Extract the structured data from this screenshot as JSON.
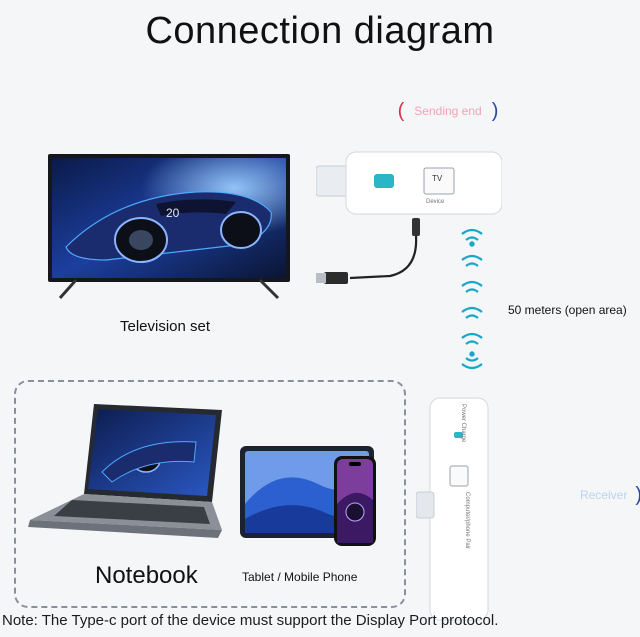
{
  "title": "Connection diagram",
  "top_tag": {
    "label": "Sending end"
  },
  "side_tag": {
    "label": "Receiver"
  },
  "tv_label": "Television set",
  "range_label": "50 meters (open area)",
  "notebook_label": "Notebook",
  "tablet_phone_label": "Tablet / Mobile Phone",
  "tx_dongle": {
    "button_text": "TV",
    "sub_text": "Device"
  },
  "rx_dongle": {
    "side_text": "Computer/phone Pair",
    "top_text": "Power Charge"
  },
  "tv_screen_badge": "20",
  "note": "Note: The Type-c port of the device must support the Display Port protocol.",
  "colors": {
    "bracket_left": "#d9304d",
    "bracket_right": "#2a47a8",
    "wave": "#17a8c9",
    "dash": "#8a8f98"
  }
}
